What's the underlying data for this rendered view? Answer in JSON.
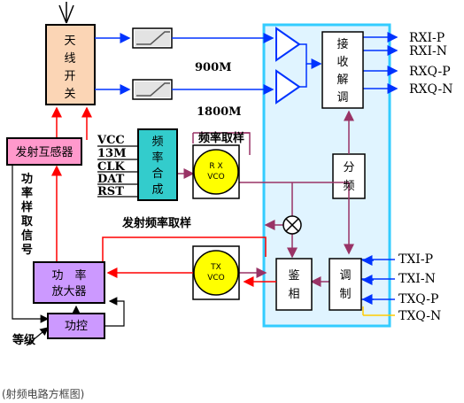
{
  "blocks": {
    "antenna_switch": [
      "天",
      "线",
      "开",
      "关"
    ],
    "rx_demod": [
      "接",
      "收",
      "解",
      "调"
    ],
    "divider": [
      "分",
      "频"
    ],
    "freq_synth": [
      "频",
      "率",
      "合",
      "成"
    ],
    "rx_vco": [
      "R X",
      "VCO"
    ],
    "tx_vco": [
      "TX",
      "VCO"
    ],
    "phase_detector": [
      "鉴",
      "相"
    ],
    "modulator": [
      "调",
      "制"
    ],
    "tx_coupler": "发射互感器",
    "power_amp": [
      "功　率",
      "放大器"
    ],
    "power_ctrl": "功控"
  },
  "band_labels": {
    "band_900": "900M",
    "band_1800": "1800M"
  },
  "signal_labels": {
    "freq_sampling": "频率取样",
    "tx_freq_sampling": "发射频率取样",
    "power_sampling": [
      "功",
      "率",
      "样",
      "取",
      "信",
      "号"
    ],
    "level": "等级"
  },
  "synth_inputs": [
    "VCC",
    "13M",
    "CLK",
    "DAT",
    "RST"
  ],
  "rx_outputs": [
    "RXI-P",
    "RXI-N",
    "RXQ-P",
    "RXQ-N"
  ],
  "tx_inputs": [
    "TXI-P",
    "TXI-N",
    "TXQ-P",
    "TXQ-N"
  ],
  "caption": "(射频电路方框图)",
  "colors": {
    "antenna_switch": "#fbd5b5",
    "coupler": "#ff99cc",
    "amp": "#cc99ff",
    "synth": "#33cccc",
    "vco": "#ffff00",
    "ic_bg": "#e0f4ff",
    "ic_border": "#33ccff",
    "line_blue": "#0033ff",
    "line_red": "#ff0000",
    "line_purple": "#993366",
    "line_yellow": "#ffcc00"
  }
}
